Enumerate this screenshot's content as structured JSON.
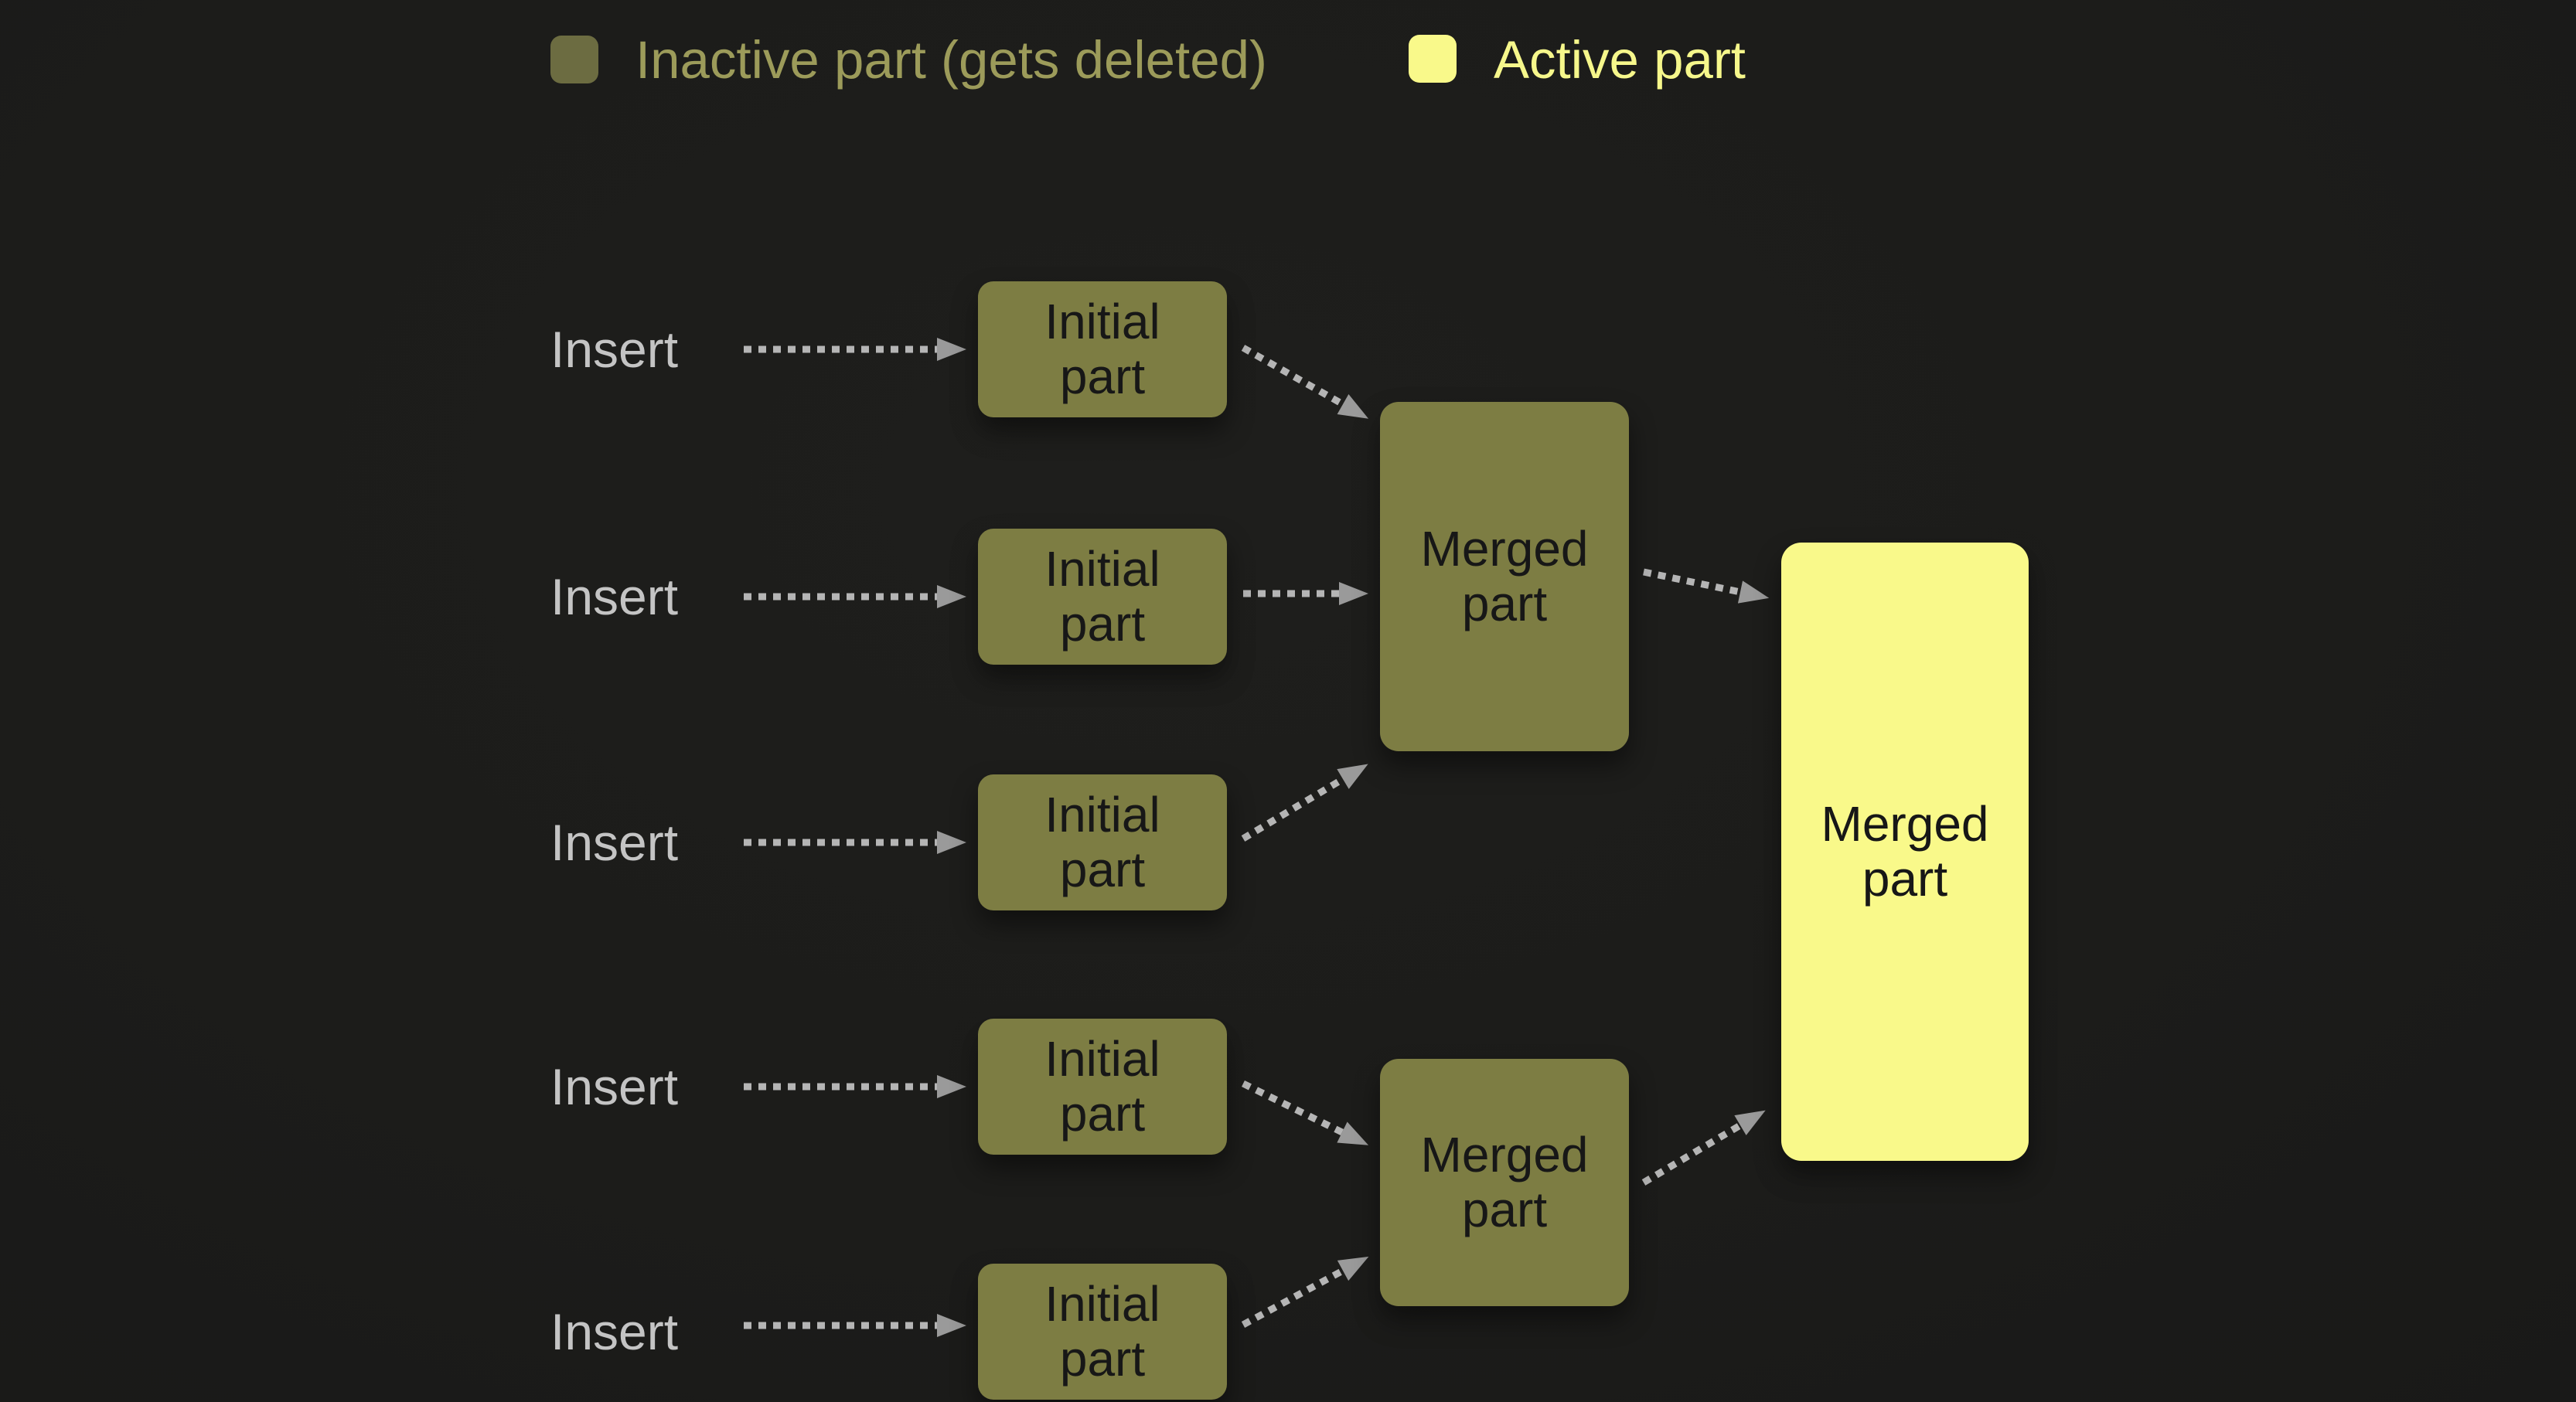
{
  "legend": {
    "items": [
      {
        "label": "Inactive part (gets deleted)",
        "swatch_color": "#6c6c41",
        "text_color": "#9c9b5a"
      },
      {
        "label": "Active part",
        "swatch_color": "#f9f98a",
        "text_color": "#f6f78b"
      }
    ]
  },
  "diagram": {
    "inserts": [
      {
        "label": "Insert"
      },
      {
        "label": "Insert"
      },
      {
        "label": "Insert"
      },
      {
        "label": "Insert"
      },
      {
        "label": "Insert"
      }
    ],
    "initial_nodes": [
      {
        "lines": [
          "Initial",
          "part"
        ]
      },
      {
        "lines": [
          "Initial",
          "part"
        ]
      },
      {
        "lines": [
          "Initial",
          "part"
        ]
      },
      {
        "lines": [
          "Initial",
          "part"
        ]
      },
      {
        "lines": [
          "Initial",
          "part"
        ]
      }
    ],
    "merged_nodes": [
      {
        "lines": [
          "Merged",
          "part"
        ]
      },
      {
        "lines": [
          "Merged",
          "part"
        ]
      }
    ],
    "final_node": {
      "lines": [
        "Merged",
        "part"
      ]
    }
  },
  "colors": {
    "background": "#1c1c1a",
    "inactive_node_fill": "#7d7d43",
    "active_node_fill": "#f9f98a",
    "node_text": "#171717",
    "insert_text": "#c4c4c4",
    "arrow_dash": "#b5b5b5",
    "arrow_head": "#9a9a9a"
  }
}
